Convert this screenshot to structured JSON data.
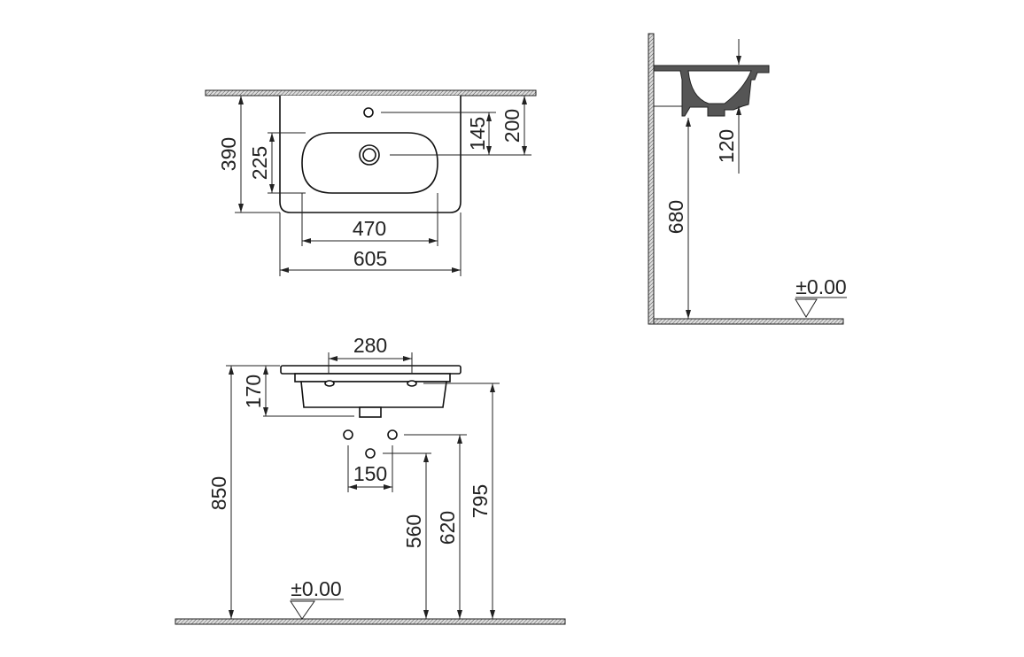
{
  "top_view": {
    "overall_depth": "390",
    "bowl_depth": "225",
    "tap_to_drain": "145",
    "wall_to_drain": "200",
    "bowl_width": "470",
    "overall_width": "605"
  },
  "side_view": {
    "basin_height": "120",
    "underside_height": "680",
    "floor_level": "±0.00"
  },
  "front_view": {
    "overflow_spacing": "280",
    "basin_depth": "170",
    "top_height": "850",
    "supply_spacing": "150",
    "waste_height": "560",
    "supply_height": "620",
    "fixing_height": "795",
    "floor_level": "±0.00"
  },
  "colors": {
    "line": "#222222",
    "background": "#ffffff"
  }
}
